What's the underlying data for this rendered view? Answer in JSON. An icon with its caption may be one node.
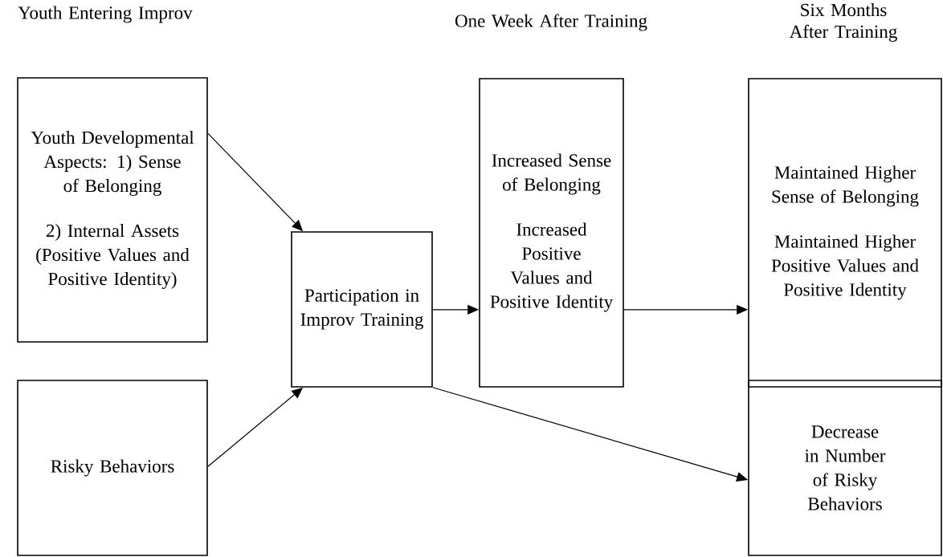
{
  "diagram": {
    "nodes": [
      {
        "text": [
          "Youth Developmental Aspects: 1) Sense of Belonging",
          "2) Internal Assets (Positive Values and Positive Identity)"
        ]
      },
      {
        "text": [
          "Risky Behaviors"
        ]
      },
      {
        "text": [
          "Participation in Improv Training"
        ]
      },
      {
        "text": [
          "Increased Sense of Belonging",
          "Increased Positive Values and Positive Identity"
        ]
      },
      {
        "text": [
          "Maintained Higher Sense of Belonging",
          "Maintained Higher Positive Values and Positive Identity"
        ]
      },
      {
        "text": [
          "Decrease in Number of Risky Behaviors"
        ]
      }
    ],
    "edges": [
      {
        "from": 0,
        "to": 2,
        "arrow": "to"
      },
      {
        "from": 1,
        "to": 2,
        "arrow": "to"
      },
      {
        "from": 2,
        "to": 3,
        "arrow": "to"
      },
      {
        "from": 3,
        "to": 4,
        "arrow": "to"
      },
      {
        "from": 2,
        "to": 5,
        "arrow": "to"
      }
    ],
    "labels": [
      "Youth Entering Improv",
      "One Week After Training",
      "Six Months After Training"
    ]
  }
}
